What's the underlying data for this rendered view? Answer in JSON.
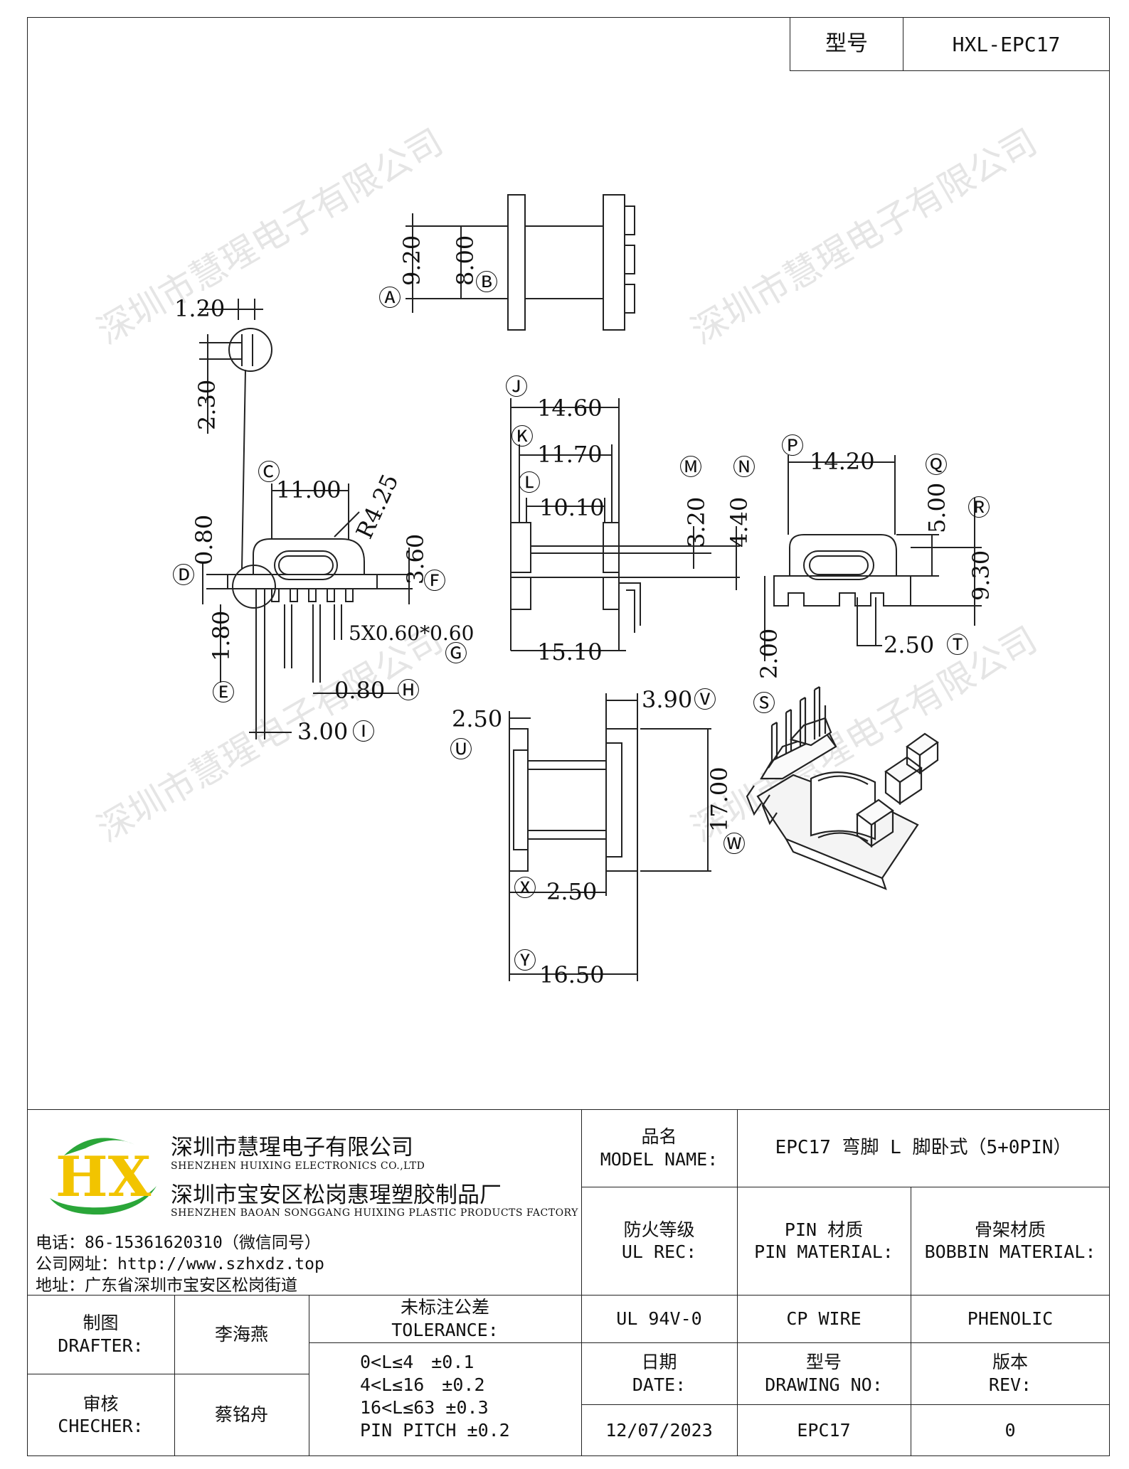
{
  "header": {
    "model_label": "型号",
    "model_value": "HXL-EPC17"
  },
  "watermark": "深圳市慧瑆电子有限公司",
  "logo": {
    "letters": "HX",
    "colors": {
      "green": "#2aa639",
      "yellow": "#f2c400"
    }
  },
  "company": {
    "name_cn": "深圳市慧瑆电子有限公司",
    "name_en": "SHENZHEN HUIXING ELECTRONICS CO.,LTD",
    "factory_cn": "深圳市宝安区松岗惠瑆塑胶制品厂",
    "factory_en": "SHENZHEN BAOAN SONGGANG HUIXING PLASTIC PRODUCTS FACTORY",
    "phone": "电话：86-15361620310（微信同号）",
    "website": "公司网址：http://www.szhxdz.top",
    "address": "地址：广东省深圳市宝安区松岗街道"
  },
  "title_block": {
    "model_name_cn": "品名",
    "model_name_en": "MODEL NAME:",
    "model_name_value": "EPC17 弯脚 L 脚卧式（5+0PIN）",
    "ul_rec_cn": "防火等级",
    "ul_rec_en": "UL REC:",
    "ul_rec_value": "UL 94V-0",
    "pin_mat_cn": "PIN 材质",
    "pin_mat_en": "PIN MATERIAL:",
    "pin_mat_value": "CP WIRE",
    "bobbin_mat_cn": "骨架材质",
    "bobbin_mat_en": "BOBBIN MATERIAL:",
    "bobbin_mat_value": "PHENOLIC",
    "drafter_cn": "制图",
    "drafter_en": "DRAFTER:",
    "drafter_value": "李海燕",
    "checker_cn": "审核",
    "checker_en": "CHECHER:",
    "checker_value": "蔡铭舟",
    "tolerance_cn": "未标注公差",
    "tolerance_en": "TOLERANCE:",
    "tolerance_lines": [
      "0<L≤4　±0.1",
      "4<L≤16　±0.2",
      "16<L≤63 ±0.3",
      "PIN PITCH ±0.2"
    ],
    "date_cn": "日期",
    "date_en": "DATE:",
    "date_value": "12/07/2023",
    "drawing_no_cn": "型号",
    "drawing_no_en": "DRAWING NO:",
    "drawing_no_value": "EPC17",
    "rev_cn": "版本",
    "rev_en": "REV:",
    "rev_value": "0"
  },
  "dims": {
    "A": "Ⓐ",
    "B": "Ⓑ",
    "C": "Ⓒ",
    "D": "Ⓓ",
    "E": "Ⓔ",
    "F": "Ⓕ",
    "G": "Ⓖ",
    "H": "Ⓗ",
    "I": "Ⓘ",
    "J": "Ⓙ",
    "K": "Ⓚ",
    "L": "Ⓛ",
    "M": "Ⓜ",
    "N": "Ⓝ",
    "P": "Ⓟ",
    "Q": "Ⓠ",
    "R": "Ⓡ",
    "S": "Ⓢ",
    "T": "Ⓣ",
    "U": "Ⓤ",
    "V": "Ⓥ",
    "W": "Ⓦ",
    "X": "Ⓧ",
    "Y": "Ⓨ",
    "d920": "9.20",
    "d800": "8.00",
    "d120": "1.20",
    "d230": "2.30",
    "d1100": "11.00",
    "dR425": "R4.25",
    "d080a": "0.80",
    "d360": "3.60",
    "d180": "1.80",
    "d5x060": "5X0.60*0.60",
    "d080b": "0.80",
    "d300": "3.00",
    "d1460": "14.60",
    "d1170": "11.70",
    "d1010": "10.10",
    "d320": "3.20",
    "d440": "4.40",
    "d1510": "15.10",
    "d1420": "14.20",
    "d500": "5.00",
    "d930": "9.30",
    "d200": "2.00",
    "d250a": "2.50",
    "d250b": "2.50",
    "d390": "3.90",
    "d1700": "17.00",
    "d250c": "2.50",
    "d1650": "16.50"
  }
}
